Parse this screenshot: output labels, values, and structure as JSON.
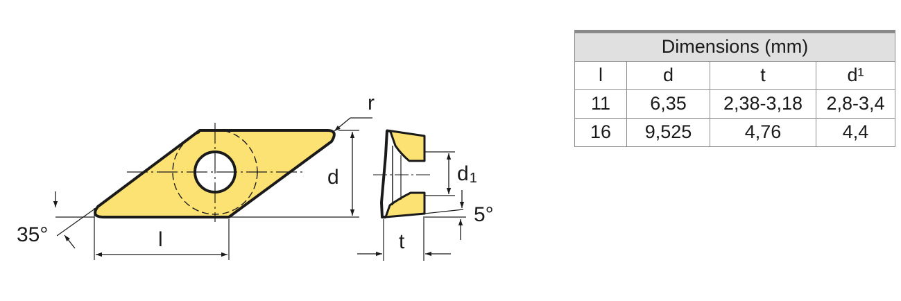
{
  "drawing": {
    "label_radius": "r",
    "label_d": "d",
    "label_d1_main": "d",
    "label_d1_sub": "1",
    "label_angle_5": "5°",
    "label_angle_35": "35°",
    "label_l": "l",
    "label_t": "t",
    "colors": {
      "insert_fill": "#fce273",
      "outline": "#1a1a1a",
      "table_header_bg": "#e0e0e0"
    }
  },
  "table": {
    "title": "Dimensions (mm)",
    "columns": [
      "l",
      "d",
      "t",
      "d¹"
    ],
    "rows": [
      [
        "11",
        "6,35",
        "2,38-3,18",
        "2,8-3,4"
      ],
      [
        "16",
        "9,525",
        "4,76",
        "4,4"
      ]
    ]
  }
}
